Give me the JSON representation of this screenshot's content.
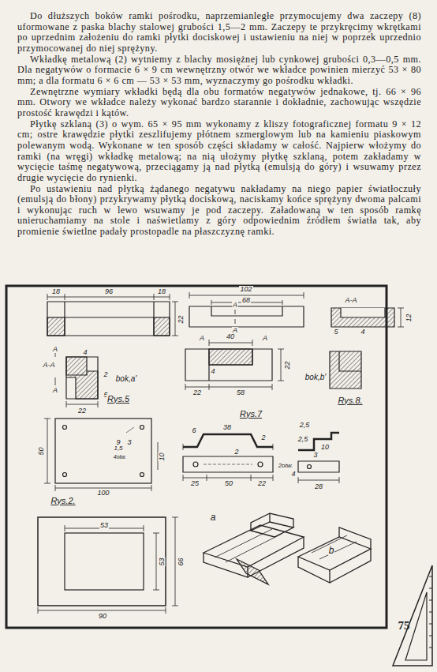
{
  "diagram": {
    "labels": [
      "Do dłuższych boków ramki pośrodku, naprzemianległe przymocujemy dwa zaczepy (8) uformowane z paska blachy stalowej grubości 1,5—2 mm. Zaczepy te przykręcimy wkrętkami po uprzednim założeniu do ramki płytki dociskowej i ustawieniu na niej w poprzek uprzednio przymocowanej do niej sprężyny.",
      "Wkładkę metalową (2) wytniemy z blachy mosiężnej lub cynkowej grubości 0,3—0,5 mm. Dla negatywów o formacie 6 × 9 cm wewnętrzny otwór we wkładce powinien mierzyć 53 × 80 mm; a dla formatu 6 × 6 cm — 53 × 53 mm, wyznaczymy go pośrodku wkładki.",
      "Zewnętrzne wymiary wkładki będą dla obu formatów negatywów jednakowe, tj. 66 × 96 mm. Otwory we wkładce należy wykonać bardzo starannie i dokładnie, zachowując wszędzie prostość krawędzi i kątów.",
      "Płytkę szklaną (3) o wym. 65 × 95 mm wykonamy z kliszy fotograficznej formatu 9 × 12 cm; ostre krawędzie płytki zeszlifujemy płótnem szmerglowym lub na kamieniu piaskowym polewanym wodą. Wykonane w ten sposób części składamy w całość. Najpierw włożymy do ramki (na wręgi) wkładkę metalową; na nią ułożymy płytkę szklaną, potem zakładamy w wycięcie taśmę negatywową, przeciągamy ją nad płytką (emulsją do góry) i wsuwamy przez drugie wycięcie do rynienki.",
      "Po ustawieniu nad płytką żądanego negatywu nakładamy na niego papier światłoczuły (emulsją do błony) przykrywamy płytką dociskową, naciskamy końce sprężyny dwoma palcami i wykonując ruch w lewo wsuwamy je pod zaczepy. Załadowaną w ten sposób ramkę unieruchamiamy na stole i naświetlamy z góry odpowiednim źródłem światła tak, aby promienie świetlne padały prostopadle na płaszczyznę ramki.",
      "75",
      "18",
      "96",
      "18",
      "22",
      "A",
      "A-A",
      "A",
      "4",
      "bok,a'",
      "2",
      "5",
      "22",
      "Rys.5",
      "102",
      "68",
      "A",
      "A",
      "A-A",
      "4",
      "12",
      "5",
      "A",
      "40",
      "A",
      "4",
      "22",
      "bok,b'",
      "22",
      "58",
      "Rys.8.",
      "Rys.7",
      "6",
      "38",
      "2",
      "2",
      "2otw.",
      "25",
      "50",
      "22",
      "2,5",
      "2,5",
      "10",
      "4",
      "3",
      "28",
      "50",
      "9",
      "3",
      "10",
      "1,5",
      "4otw.",
      "100",
      "Rys.2.",
      "53",
      "53",
      "66",
      "90",
      "a",
      "b"
    ]
  }
}
